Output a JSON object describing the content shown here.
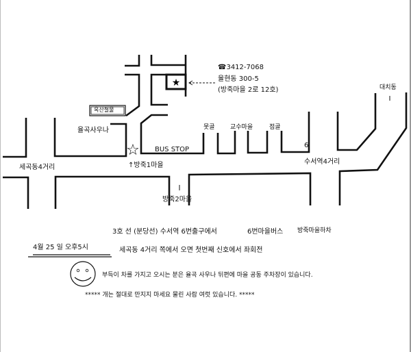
{
  "map": {
    "phone": "☎3412-7068",
    "address": "율현동 300-5",
    "address_road": "(방죽마을 2로 12호)",
    "landmark_box": "옥산철물",
    "sauna": "율곡사우나",
    "intersection_west": "세곡동4거리",
    "bus_stop": "BUS STOP",
    "village1": "↑방죽1마을",
    "village2": "방죽2마을",
    "place_mot": "못골",
    "place_gyosu": "교수마을",
    "place_jeom": "점골",
    "exit_number": "6",
    "intersection_east": "수서역4거리",
    "daechi": "대치동",
    "destination_icon": "filled-star-icon",
    "bus_stop_icon": "outline-star-icon"
  },
  "notes": {
    "date": "4월  25 일   오후5시",
    "line1_a": "3호 선 (분당선) 수서역 6번출구에서",
    "line1_b": "6번마을버스",
    "line1_c": "방죽마을하차",
    "line2": "세곡동 4거리 쪽에서 오면 첫번째 신호에서 좌회전",
    "line3": "부득이 차를 가지고 오시는 분은 율곡 사우나 뒤편에 마을 공동 주차장이 있습니다.",
    "line4": "***** 개는 절대로 만지지 마세요 물린 사람 여럿 있습니다. *****"
  }
}
